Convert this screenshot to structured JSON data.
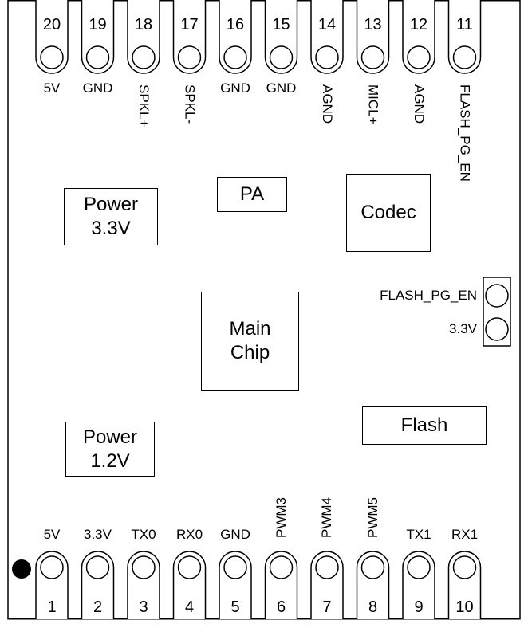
{
  "top_pins": [
    {
      "number": "20",
      "label": "5V"
    },
    {
      "number": "19",
      "label": "GND"
    },
    {
      "number": "18",
      "label": "SPKL+"
    },
    {
      "number": "17",
      "label": "SPKL-"
    },
    {
      "number": "16",
      "label": "GND"
    },
    {
      "number": "15",
      "label": "GND"
    },
    {
      "number": "14",
      "label": "AGND"
    },
    {
      "number": "13",
      "label": "MICL+"
    },
    {
      "number": "12",
      "label": "AGND"
    },
    {
      "number": "11",
      "label": "FLASH_PG_EN"
    }
  ],
  "bottom_pins": [
    {
      "number": "1",
      "label": "5V"
    },
    {
      "number": "2",
      "label": "3.3V"
    },
    {
      "number": "3",
      "label": "TX0"
    },
    {
      "number": "4",
      "label": "RX0"
    },
    {
      "number": "5",
      "label": "GND"
    },
    {
      "number": "6",
      "label": "PWM3"
    },
    {
      "number": "7",
      "label": "PWM4"
    },
    {
      "number": "8",
      "label": "PWM5"
    },
    {
      "number": "9",
      "label": "TX1"
    },
    {
      "number": "10",
      "label": "RX1"
    }
  ],
  "side_header": [
    {
      "label": "FLASH_PG_EN"
    },
    {
      "label": "3.3V"
    }
  ],
  "components": {
    "power33": "Power\n3.3V",
    "pa": "PA",
    "codec": "Codec",
    "main_chip": "Main\nChip",
    "power12": "Power\n1.2V",
    "flash": "Flash"
  }
}
